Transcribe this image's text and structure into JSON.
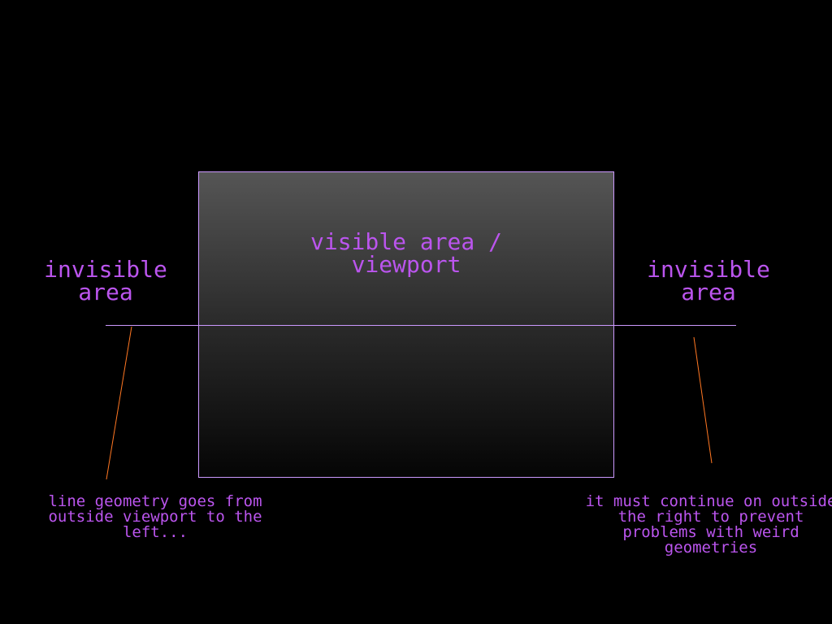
{
  "labels": {
    "viewport": "visible area /\nviewport",
    "invisible_left": "invisible\narea",
    "invisible_right": "invisible\narea"
  },
  "notes": {
    "left": "line geometry goes from\noutside viewport to the\nleft...",
    "right": "it must continue on outside\nthe right to prevent\nproblems with weird\ngeometries"
  },
  "colors": {
    "background": "#000000",
    "text": "#bb55ee",
    "viewport_border": "#cc99ff",
    "horizontal_line": "#cc99ff",
    "pointer_lines": "#ff7722"
  }
}
